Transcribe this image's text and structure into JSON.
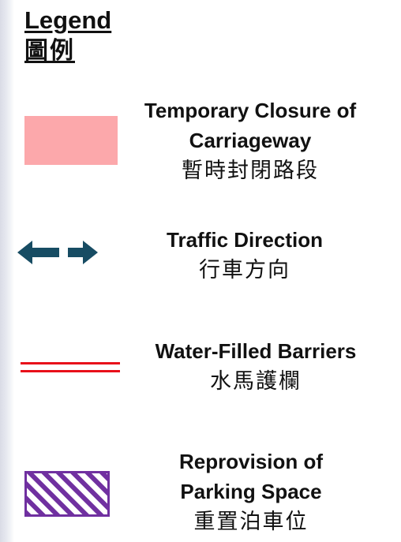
{
  "legend": {
    "title_en": "Legend",
    "title_zh": "圖例",
    "colors": {
      "closure_fill": "#fca8ab",
      "arrow": "#174c63",
      "barrier": "#e8101a",
      "hatch": "#7030a0"
    },
    "items": [
      {
        "icon": "pink-rectangle",
        "label_en_line1": "Temporary Closure of",
        "label_en_line2": "Carriageway",
        "label_zh": "暫時封閉路段"
      },
      {
        "icon": "double-arrow",
        "label_en": "Traffic Direction",
        "label_zh": "行車方向"
      },
      {
        "icon": "double-red-line",
        "label_en": "Water-Filled Barriers",
        "label_zh": "水馬護欄"
      },
      {
        "icon": "purple-hatched-rectangle",
        "label_en_line1": "Reprovision of",
        "label_en_line2": "Parking Space",
        "label_zh": "重置泊車位"
      }
    ]
  }
}
